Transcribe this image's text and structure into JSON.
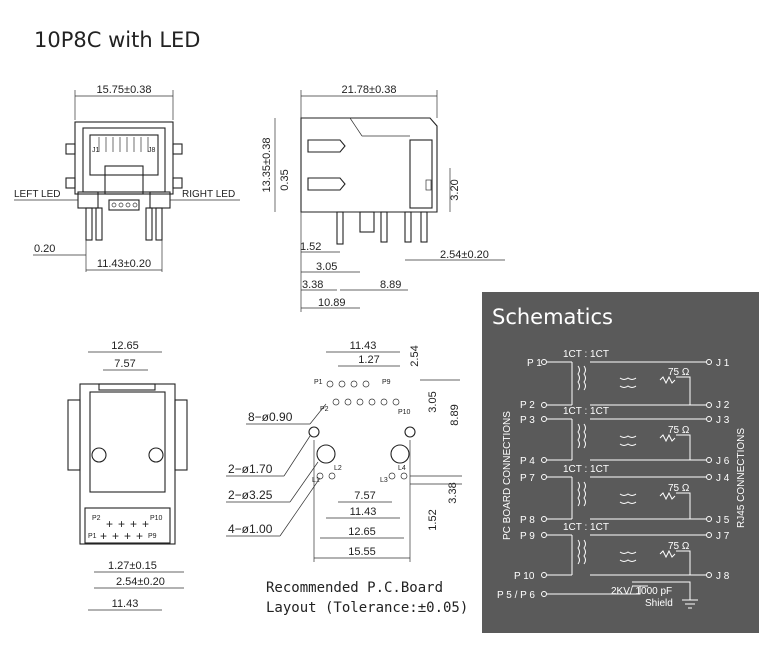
{
  "title": "10P8C with LED",
  "top_view": {
    "width_dim": "15.75±0.38",
    "left_led": "LEFT LED",
    "right_led": "RIGHT LED",
    "pin_offset": "0.20",
    "pin_span": "11.43±0.20",
    "pin_j1": "J1",
    "pin_j8": "J8"
  },
  "side_view": {
    "length_dim": "21.78±0.38",
    "height_dim": "13.35±0.38",
    "d_035": "0.35",
    "d_320": "3.20",
    "d_152": "1.52",
    "d_305": "3.05",
    "d_338": "3.38",
    "d_889": "8.89",
    "d_1089": "10.89",
    "d_254": "2.54±0.20"
  },
  "bottom_view": {
    "d_1265": "12.65",
    "d_757": "7.57",
    "d_127": "1.27±0.15",
    "d_254": "2.54±0.20",
    "d_1143": "11.43",
    "p2": "P2",
    "p10": "P10",
    "p1": "P1",
    "p9": "P9"
  },
  "layout_view": {
    "d_1143_top": "11.43",
    "d_127": "1.27",
    "d_254": "2.54",
    "d_305": "3.05",
    "d_889": "8.89",
    "d_338": "3.38",
    "d_152": "1.52",
    "d_757": "7.57",
    "d_1143": "11.43",
    "d_1265": "12.65",
    "d_1555": "15.55",
    "hole_090": "8−ø0.90",
    "hole_170": "2−ø1.70",
    "hole_325": "2−ø3.25",
    "hole_100": "4−ø1.00",
    "p1": "P1",
    "p2": "P2",
    "p9": "P9",
    "p10": "P10",
    "l1": "L1",
    "l2": "L2",
    "l3": "L3",
    "l4": "L4",
    "caption_line1": "Recommended P.C.Board",
    "caption_line2": "Layout (Tolerance:±0.05)"
  },
  "schematic": {
    "title": "Schematics",
    "ratio_labels": [
      "1CT : 1CT",
      "1CT : 1CT",
      "1CT : 1CT",
      "1CT : 1CT"
    ],
    "resistor_labels": [
      "75 Ω",
      "75 Ω",
      "75 Ω",
      "75 Ω"
    ],
    "left_pins": [
      "P 1",
      "P 2",
      "P 3",
      "P 4",
      "P 7",
      "P 8",
      "P 9",
      "P 10",
      "P 5 / P 6"
    ],
    "right_pins": [
      "J 1",
      "J 2",
      "J 3",
      "J 6",
      "J 4",
      "J 5",
      "J 7",
      "J 8"
    ],
    "left_axis": "PC BOARD CONNECTIONS",
    "right_axis": "RJ45 CONNECTIONS",
    "cap_label": "2KV/ 1000 pF",
    "shield_label": "Shield"
  }
}
